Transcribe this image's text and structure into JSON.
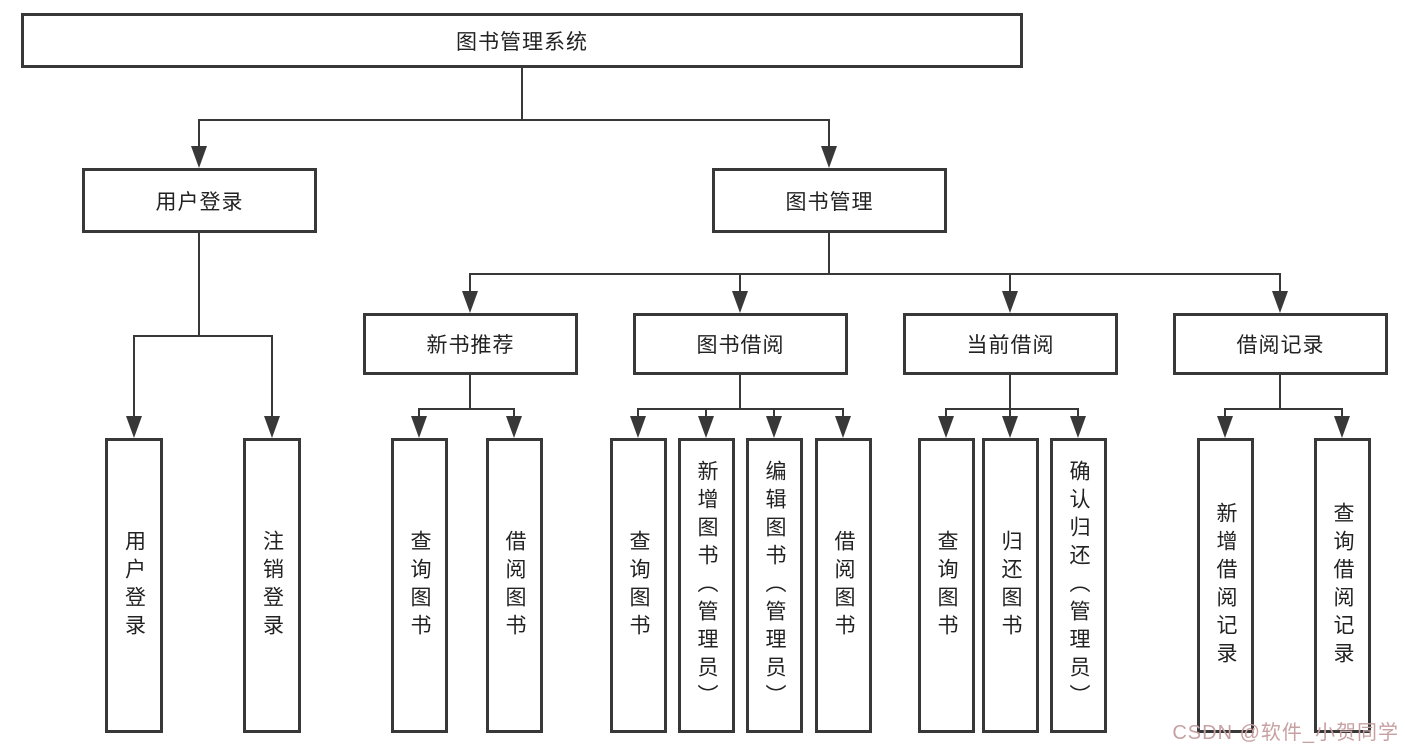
{
  "colors": {
    "line": "#383838",
    "text": "#222222",
    "background": "#ffffff",
    "watermark": "#c7a0a2"
  },
  "watermark": {
    "text": "CSDN @软件_小贺同学"
  },
  "diagram": {
    "root": {
      "label": "图书管理系统"
    },
    "branches": [
      {
        "label": "用户登录",
        "children": [
          {
            "label": "用户登录"
          },
          {
            "label": "注销登录"
          }
        ]
      },
      {
        "label": "图书管理",
        "children": [
          {
            "label": "新书推荐",
            "children": [
              {
                "label": "查询图书"
              },
              {
                "label": "借阅图书"
              }
            ]
          },
          {
            "label": "图书借阅",
            "children": [
              {
                "label": "查询图书"
              },
              {
                "label": "新增图书（管理员）"
              },
              {
                "label": "编辑图书（管理员）"
              },
              {
                "label": "借阅图书"
              }
            ]
          },
          {
            "label": "当前借阅",
            "children": [
              {
                "label": "查询图书"
              },
              {
                "label": "归还图书"
              },
              {
                "label": "确认归还（管理员）"
              }
            ]
          },
          {
            "label": "借阅记录",
            "children": [
              {
                "label": "新增借阅记录"
              },
              {
                "label": "查询借阅记录"
              }
            ]
          }
        ]
      }
    ]
  }
}
